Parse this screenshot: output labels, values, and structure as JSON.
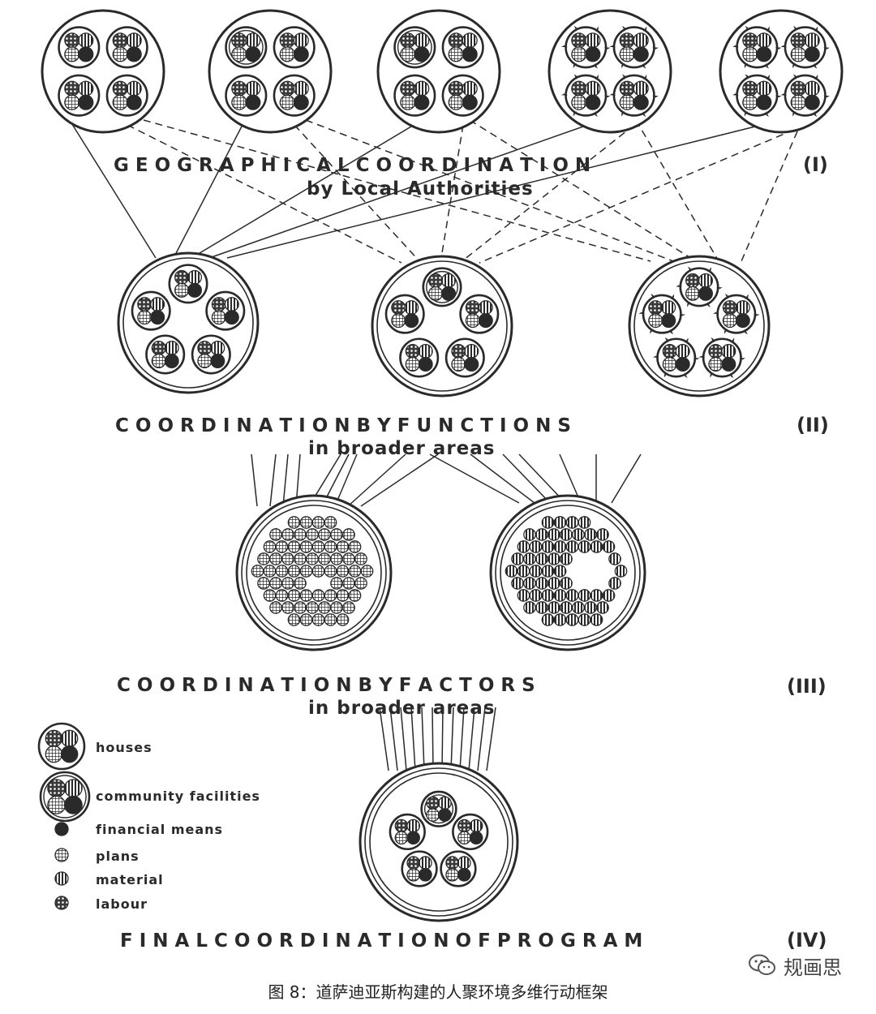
{
  "levels": [
    {
      "title": "G E O G R A P H I C A L    C O O R D I N A T I O N",
      "subtitle": "by  Local  Authorities",
      "numeral": "(I)"
    },
    {
      "title": "C O O R D I N A T I O N    B Y    F U N C T I O N S",
      "subtitle": "in   broader   areas",
      "numeral": "(II)"
    },
    {
      "title": "C O O R D I N A T I O N    B Y    F A C T O R S",
      "subtitle": "in   broader   areas",
      "numeral": "(III)"
    },
    {
      "title": "F I N A L     C O O R D I N A T I O N     O F     P R O G R A M",
      "subtitle": "",
      "numeral": "(IV)"
    }
  ],
  "legend": [
    {
      "label": "houses",
      "symbol": "houses"
    },
    {
      "label": "community  facilities",
      "symbol": "community"
    },
    {
      "label": "financial  means",
      "symbol": "financial"
    },
    {
      "label": "plans",
      "symbol": "plans"
    },
    {
      "label": "material",
      "symbol": "material"
    },
    {
      "label": "labour",
      "symbol": "labour"
    }
  ],
  "caption": "图 8：道萨迪亚斯构建的人聚环境多维行动框架",
  "watermark": {
    "text": "规画思",
    "icon": "wechat-icon"
  },
  "colors": {
    "ink": "#2a2a2a",
    "background": "#ffffff"
  }
}
